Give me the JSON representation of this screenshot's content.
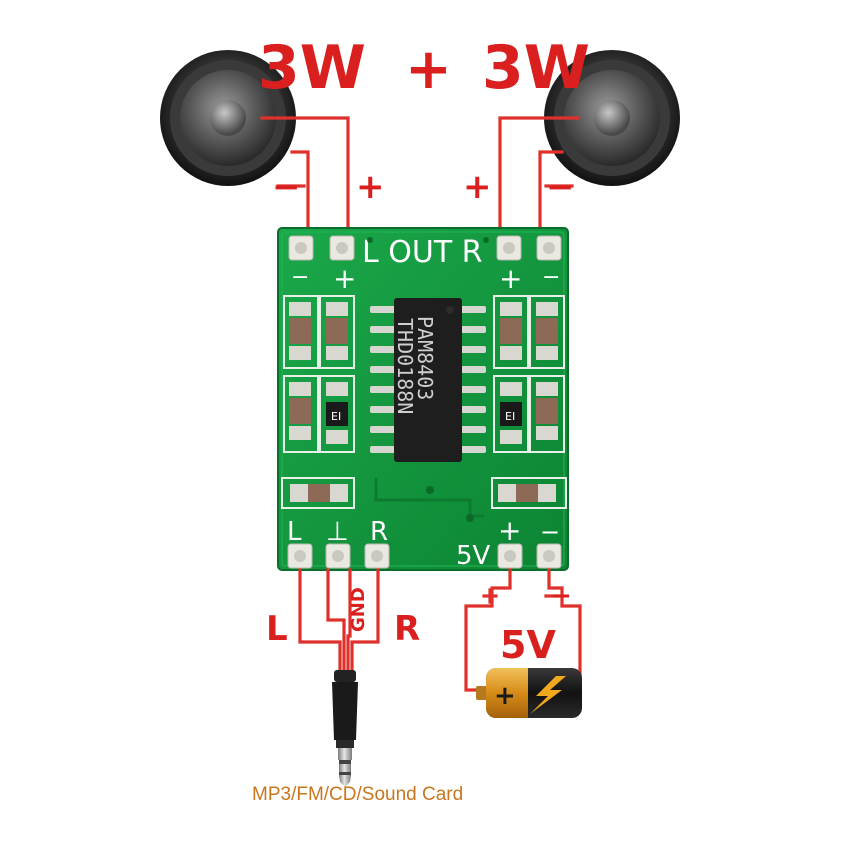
{
  "header": {
    "left_power": "3W",
    "plus": "+",
    "right_power": "3W"
  },
  "speaker_terminals": {
    "left_minus": "−",
    "left_plus": "+",
    "right_plus": "+",
    "right_minus": "−"
  },
  "board": {
    "out_label": "L OUT R",
    "top_pin_labels": [
      "−",
      "+",
      "+",
      "−"
    ],
    "chip_line1": "PAM8403",
    "chip_line2": "THD0188N",
    "small_ic_label": "EI",
    "bottom_labels": {
      "left": "L",
      "ground": "⊥",
      "right": "R",
      "five_volt": "5V",
      "plus": "+",
      "minus": "−"
    }
  },
  "input": {
    "left": "L",
    "ground": "GND",
    "right": "R"
  },
  "power": {
    "plus": "+",
    "minus": "−",
    "voltage": "5V"
  },
  "caption": "MP3/FM/CD/Sound Card",
  "colors": {
    "wire": "#e0302c",
    "pcb": "#10963a",
    "label": "#d9201f",
    "caption": "#c9761e"
  }
}
